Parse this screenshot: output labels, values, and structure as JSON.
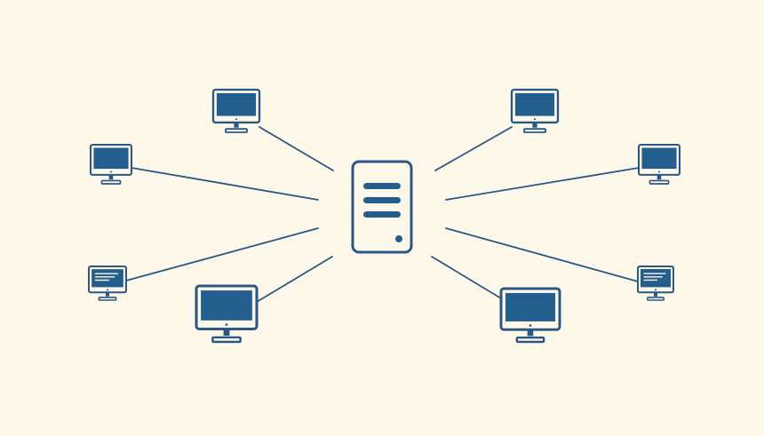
{
  "diagram": {
    "type": "star-network",
    "background_color": "#fdf8e9",
    "stroke_color": "#2b5784",
    "fill_color": "#235f8e",
    "hub": {
      "icon": "server-icon"
    },
    "nodes": [
      {
        "id": "top-left",
        "icon": "monitor-icon",
        "screen": "plain"
      },
      {
        "id": "upper-left",
        "icon": "monitor-icon",
        "screen": "plain"
      },
      {
        "id": "lower-left",
        "icon": "monitor-icon",
        "screen": "document"
      },
      {
        "id": "bottom-left",
        "icon": "monitor-icon",
        "screen": "plain"
      },
      {
        "id": "top-right",
        "icon": "monitor-icon",
        "screen": "plain"
      },
      {
        "id": "upper-right",
        "icon": "monitor-icon",
        "screen": "plain"
      },
      {
        "id": "lower-right",
        "icon": "monitor-icon",
        "screen": "document"
      },
      {
        "id": "bottom-right",
        "icon": "monitor-icon",
        "screen": "plain"
      }
    ]
  }
}
